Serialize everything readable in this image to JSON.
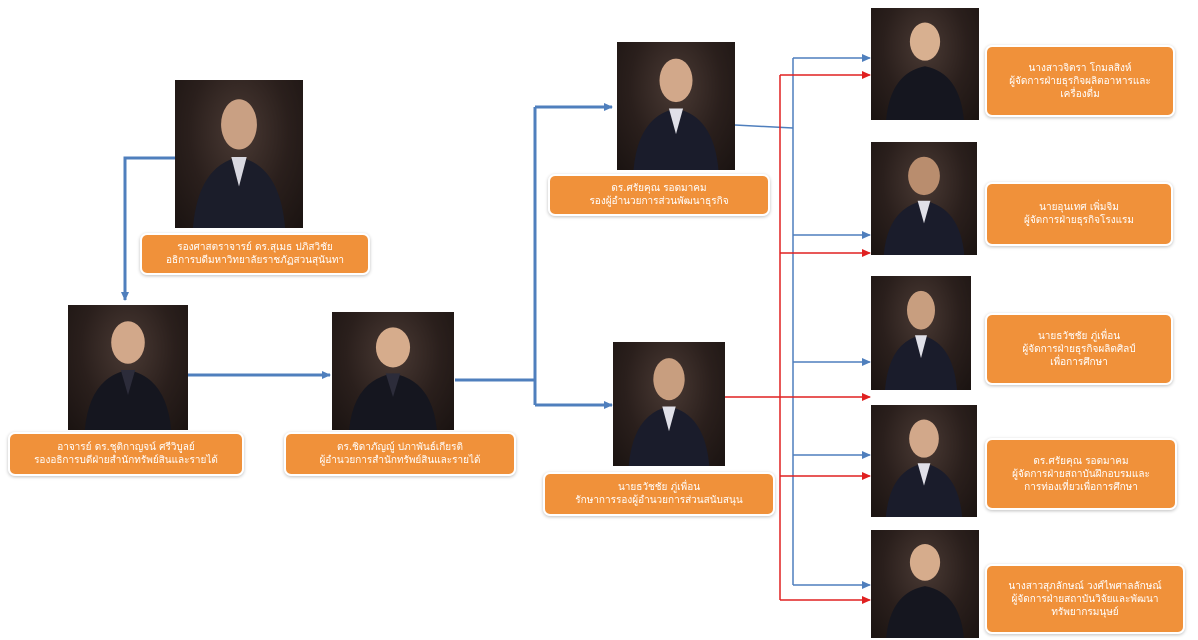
{
  "colors": {
    "label_bg": "#f0913a",
    "label_text": "#ffffff",
    "blue_connector": "#4f7fbd",
    "red_connector": "#e02020",
    "photo_bg": "#2a1f1c"
  },
  "nodes": {
    "president": {
      "line1": "รองศาสตราจารย์ ดร.สุเมธ ปภิสวิชัย",
      "line2": "อธิการบดีมหาวิทยาลัยราชภัฏสวนสุนันทา"
    },
    "vice_president": {
      "line1": "อาจารย์ ดร.ชุติกาญจน์ ศรีวิบูลย์",
      "line2": "รองอธิการบดีฝ่ายสำนักทรัพย์สินและรายได้"
    },
    "director": {
      "line1": "ดร.ชิดาภัญญู์ ปภาพันธ์เกียรติ",
      "line2": "ผู้อำนวยการสำนักทรัพย์สินและรายได้"
    },
    "deputy_business": {
      "line1": "ดร.ศรัยคุณ รอดมาคม",
      "line2": "รองผู้อำนวยการส่วนพัฒนาธุรกิจ"
    },
    "deputy_support": {
      "line1": "นายธวัชชัย ภู่เพื่อน",
      "line2": "รักษาการรองผู้อำนวยการส่วนสนับสนุน"
    },
    "manager_food": {
      "line1": "นางสาวจิตรา โกมลสิงห์",
      "line2": "ผู้จัดการฝ่ายธุรกิจผลิตอาหารและ",
      "line3": "เครื่องดื่ม"
    },
    "manager_hotel": {
      "line1": "นายอุนเทศ เพิ่มจิม",
      "line2": "ผู้จัดการฝ่ายธุรกิจโรงแรม"
    },
    "manager_arts": {
      "line1": "นายธวัชชัย ภู่เพื่อน",
      "line2": "ผู้จัดการฝ่ายธุรกิจผลิตศิลป์",
      "line3": "เพื่อการศึกษา"
    },
    "manager_training": {
      "line1": "ดร.ศรัยคุณ รอดมาคม",
      "line2": "ผู้จัดการฝ่ายสถาบันฝึกอบรมและ",
      "line3": "การท่องเที่ยวเพื่อการศึกษา"
    },
    "manager_research": {
      "line1": "นางสาวสุภลักษณ์ วงศ์ไพศาลลักษณ์",
      "line2": "ผู้จัดการฝ่ายสถาบันวิจัยและพัฒนา",
      "line3": "ทรัพยากรมนุษย์"
    }
  }
}
